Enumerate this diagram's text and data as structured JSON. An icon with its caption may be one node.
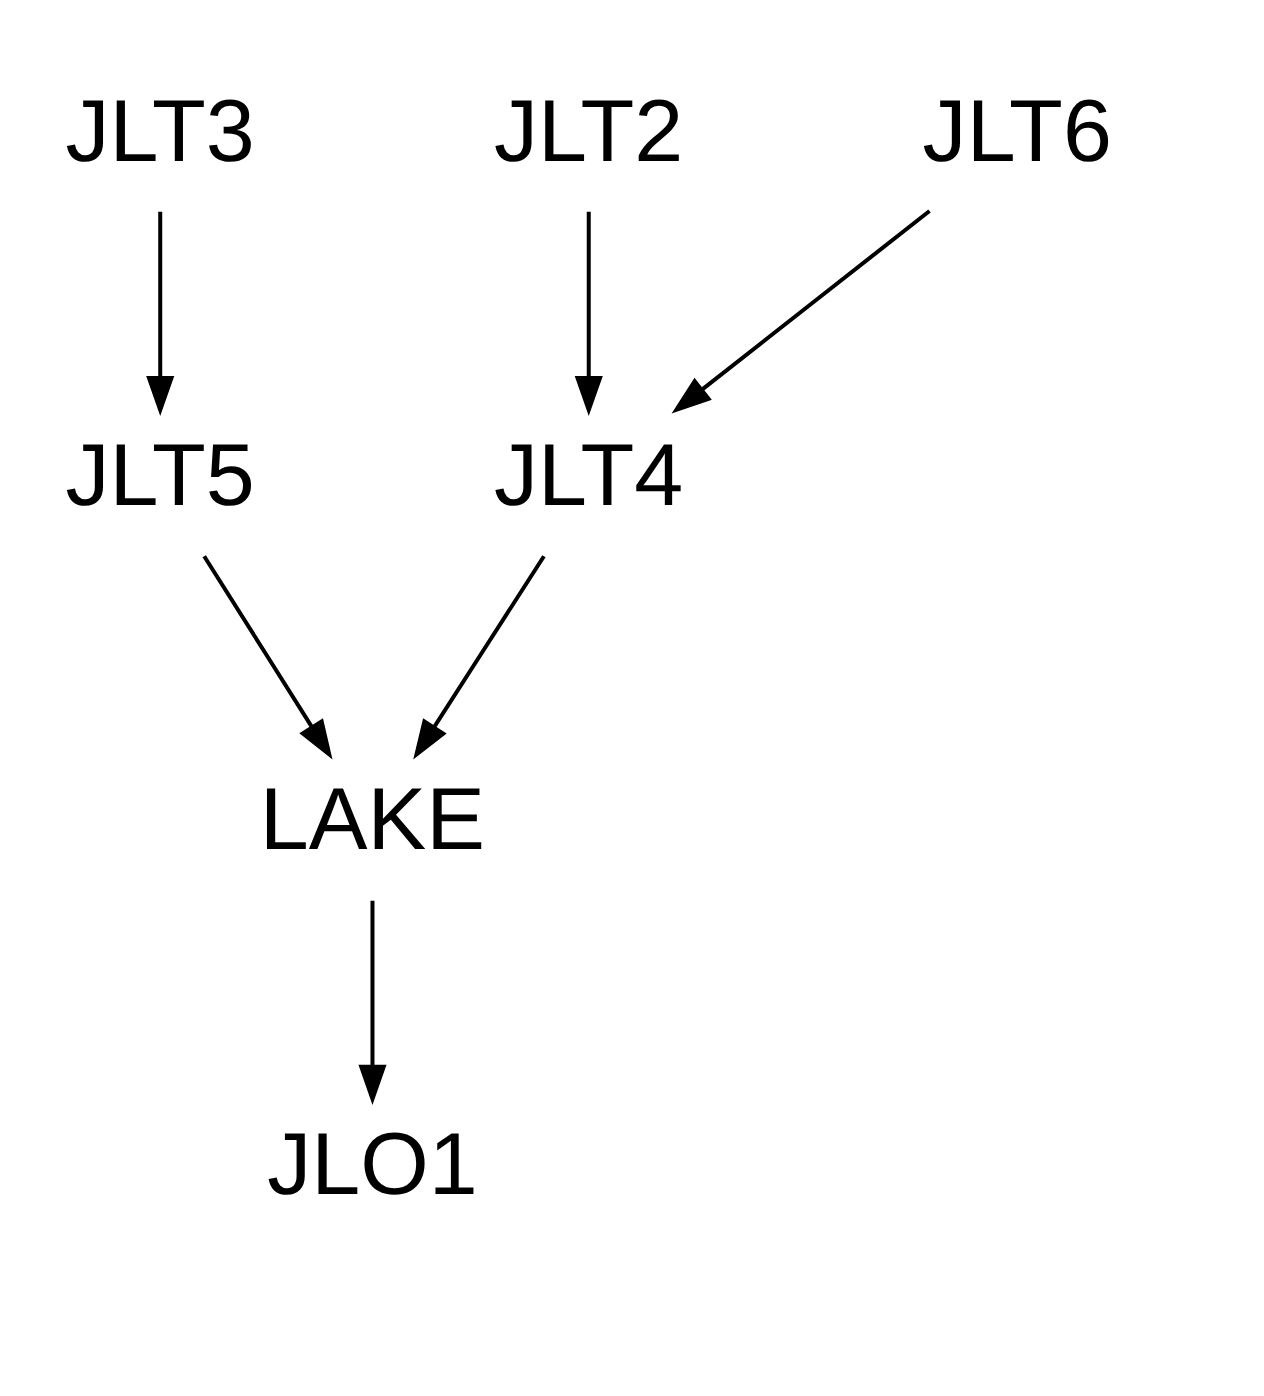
{
  "diagram": {
    "nodes": [
      {
        "text": [
          "JLT3"
        ]
      },
      {
        "text": [
          "JLT2"
        ]
      },
      {
        "text": [
          "JLT6"
        ]
      },
      {
        "text": [
          "JLT5"
        ]
      },
      {
        "text": [
          "JLT4"
        ]
      },
      {
        "text": [
          "LAKE"
        ]
      },
      {
        "text": [
          "JLO1"
        ]
      }
    ],
    "edges": [
      {
        "from": 0,
        "to": 3,
        "arrow": "to"
      },
      {
        "from": 1,
        "to": 4,
        "arrow": "to"
      },
      {
        "from": 2,
        "to": 4,
        "arrow": "to"
      },
      {
        "from": 3,
        "to": 5,
        "arrow": "to"
      },
      {
        "from": 4,
        "to": 5,
        "arrow": "to"
      },
      {
        "from": 5,
        "to": 6,
        "arrow": "to"
      }
    ]
  }
}
